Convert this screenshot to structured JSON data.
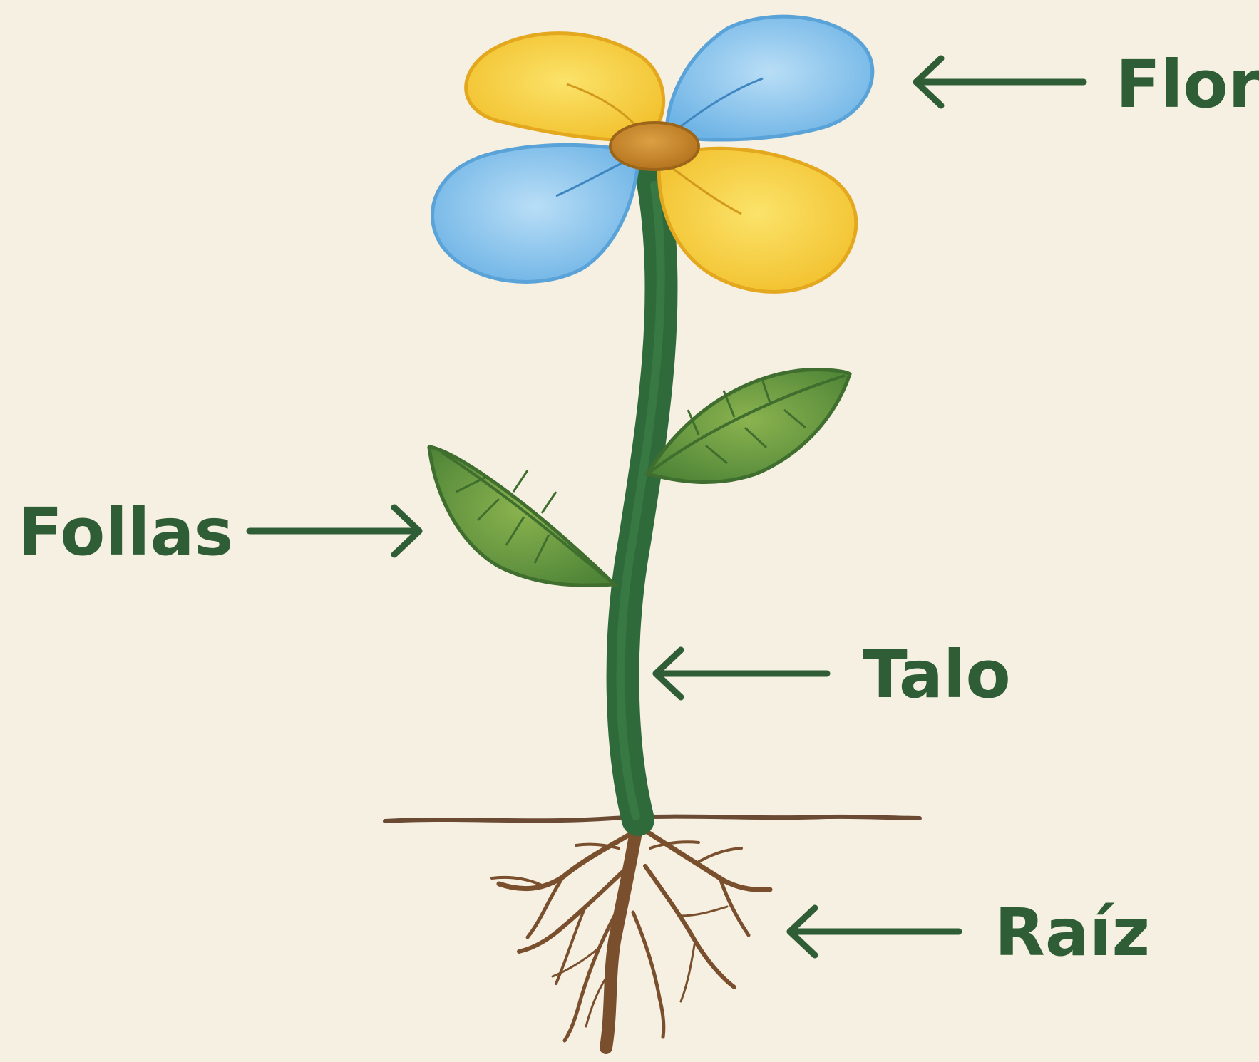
{
  "labels": {
    "flower": "Flor",
    "leaves": "Follas",
    "stem": "Talo",
    "root": "Raíz"
  },
  "colors": {
    "background": "#f6f0e2",
    "label_text": "#2f5e36",
    "arrow": "#2f5e36",
    "stem": "#2f6b3a",
    "leaf": "#6b9a3e",
    "petal_yellow": "#f7cf3a",
    "petal_blue": "#8cc6ec",
    "flower_center": "#c98a2a",
    "root": "#7a4f2d",
    "ground_line": "#6b4a33"
  }
}
